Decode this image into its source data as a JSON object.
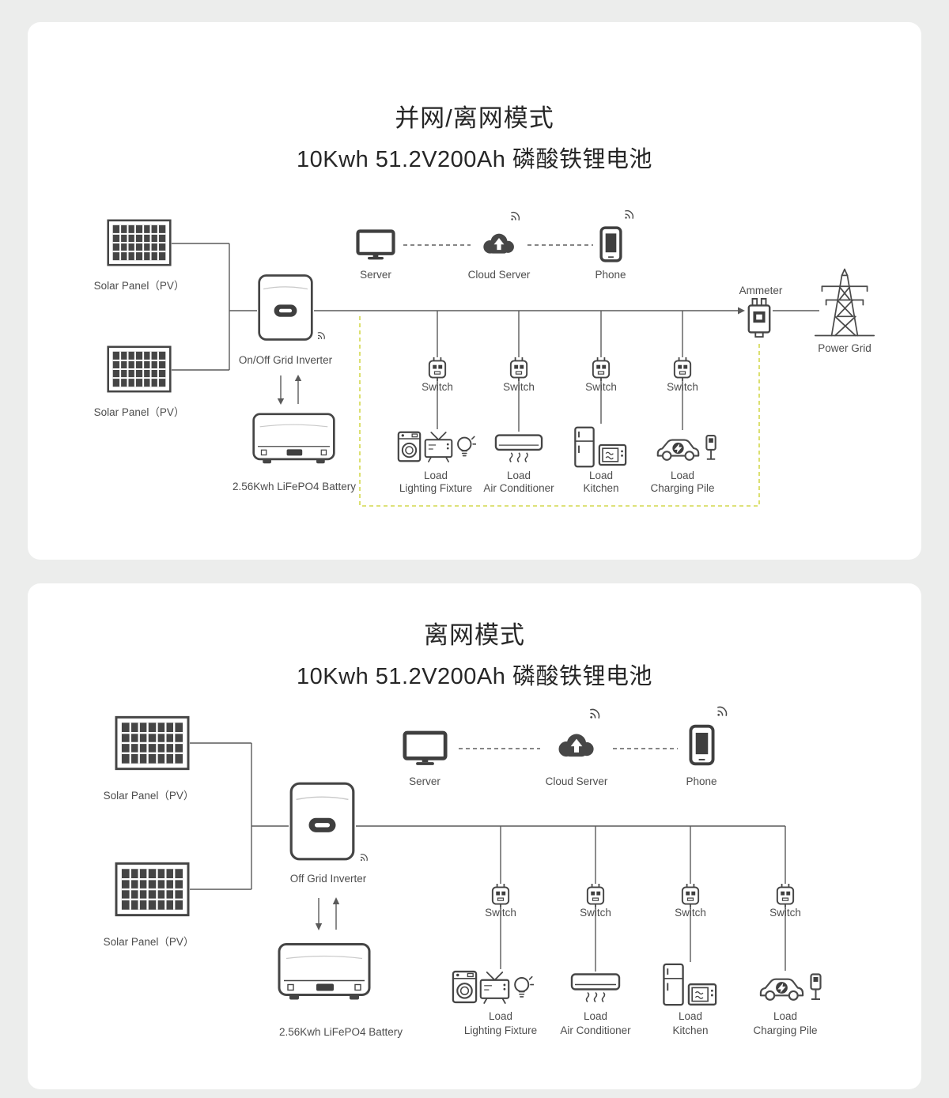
{
  "titles": {
    "p1_line1": "并网/离网模式",
    "p1_line2": "10Kwh 51.2V200Ah 磷酸铁锂电池",
    "p2_line1": "离网模式",
    "p2_line2": "10Kwh 51.2V200Ah 磷酸铁锂电池"
  },
  "labels": {
    "solar": "Solar Panel（PV）",
    "inverter_on_off": "On/Off Grid Inverter",
    "inverter_off": "Off Grid Inverter",
    "battery": "2.56Kwh LiFePO4 Battery",
    "server": "Server",
    "cloud": "Cloud Server",
    "phone": "Phone",
    "ammeter": "Ammeter",
    "power_grid": "Power Grid",
    "switch": "Switch",
    "load": "Load",
    "lighting": "Lighting Fixture",
    "air_conditioner": "Air Conditioner",
    "kitchen": "Kitchen",
    "charging_pile": "Charging Pile"
  },
  "colors": {
    "background": "#ecedec",
    "panel": "#ffffff",
    "line": "#5a5a5a",
    "icon_dark": "#3f3f3f",
    "backup_zone_dash": "#d4d84e"
  }
}
